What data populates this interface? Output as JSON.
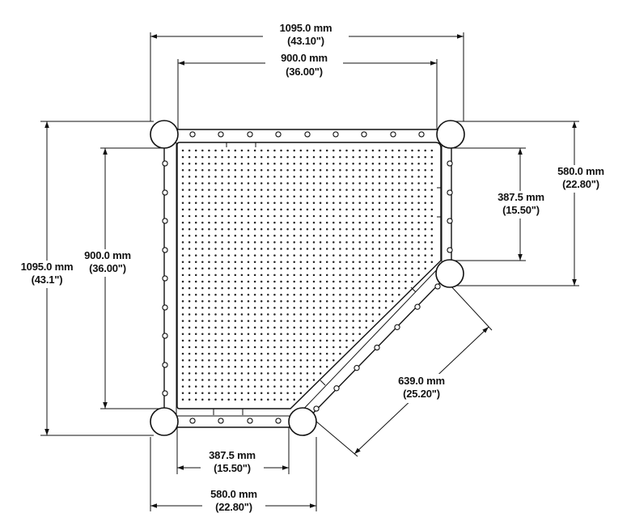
{
  "dimensions": {
    "top_outer": {
      "mm": "1095.0 mm",
      "inch": "(43.10\")"
    },
    "top_inner": {
      "mm": "900.0 mm",
      "inch": "(36.00\")"
    },
    "left_outer": {
      "mm": "1095.0 mm",
      "inch": "(43.1\")"
    },
    "left_inner": {
      "mm": "900.0 mm",
      "inch": "(36.00\")"
    },
    "right_outer": {
      "mm": "580.0 mm",
      "inch": "(22.80\")"
    },
    "right_inner": {
      "mm": "387.5 mm",
      "inch": "(15.50\")"
    },
    "bottom_inner": {
      "mm": "387.5 mm",
      "inch": "(15.50\")"
    },
    "bottom_outer": {
      "mm": "580.0 mm",
      "inch": "(22.80\")"
    },
    "diagonal": {
      "mm": "639.0 mm",
      "inch": "(25.20\")"
    }
  },
  "colors": {
    "ink": "#111111",
    "paper": "#ffffff"
  }
}
